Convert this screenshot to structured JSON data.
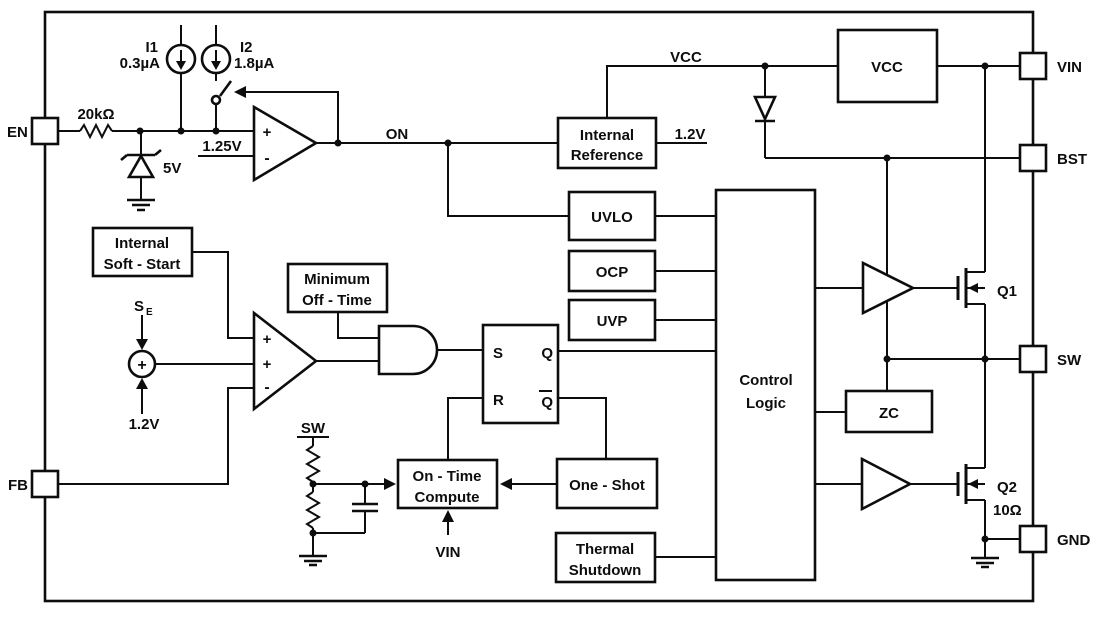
{
  "pins": {
    "en": "EN",
    "fb": "FB",
    "vin": "VIN",
    "bst": "BST",
    "sw": "SW",
    "gnd": "GND"
  },
  "sources": {
    "i1": "I1",
    "i1_val": "0.3µA",
    "i2": "I2",
    "i2_val": "1.8µA"
  },
  "labels": {
    "res_en": "20kΩ",
    "zener": "5V",
    "ref_125": "1.25V",
    "on": "ON",
    "vcc_rail": "VCC",
    "ref_12": "1.2V",
    "sum_ref": "1.2V",
    "se_s": "S",
    "se_e": "E",
    "sw_node": "SW",
    "vin_node": "VIN",
    "q1": "Q1",
    "q2": "Q2",
    "r_q2": "10Ω",
    "plus": "+",
    "minus": "-"
  },
  "blocks": {
    "vcc": "VCC",
    "int_ref": [
      "Internal",
      "Reference"
    ],
    "uvlo": "UVLO",
    "ocp": "OCP",
    "uvp": "UVP",
    "control": [
      "Control",
      "Logic"
    ],
    "zc": "ZC",
    "soft_start": [
      "Internal",
      "Soft - Start"
    ],
    "min_off": [
      "Minimum",
      "Off - Time"
    ],
    "otc": [
      "On - Time",
      "Compute"
    ],
    "one_shot": "One - Shot",
    "thermal": [
      "Thermal",
      "Shutdown"
    ]
  },
  "latch": {
    "s": "S",
    "r": "R",
    "q": "Q",
    "qbar": "Q"
  }
}
